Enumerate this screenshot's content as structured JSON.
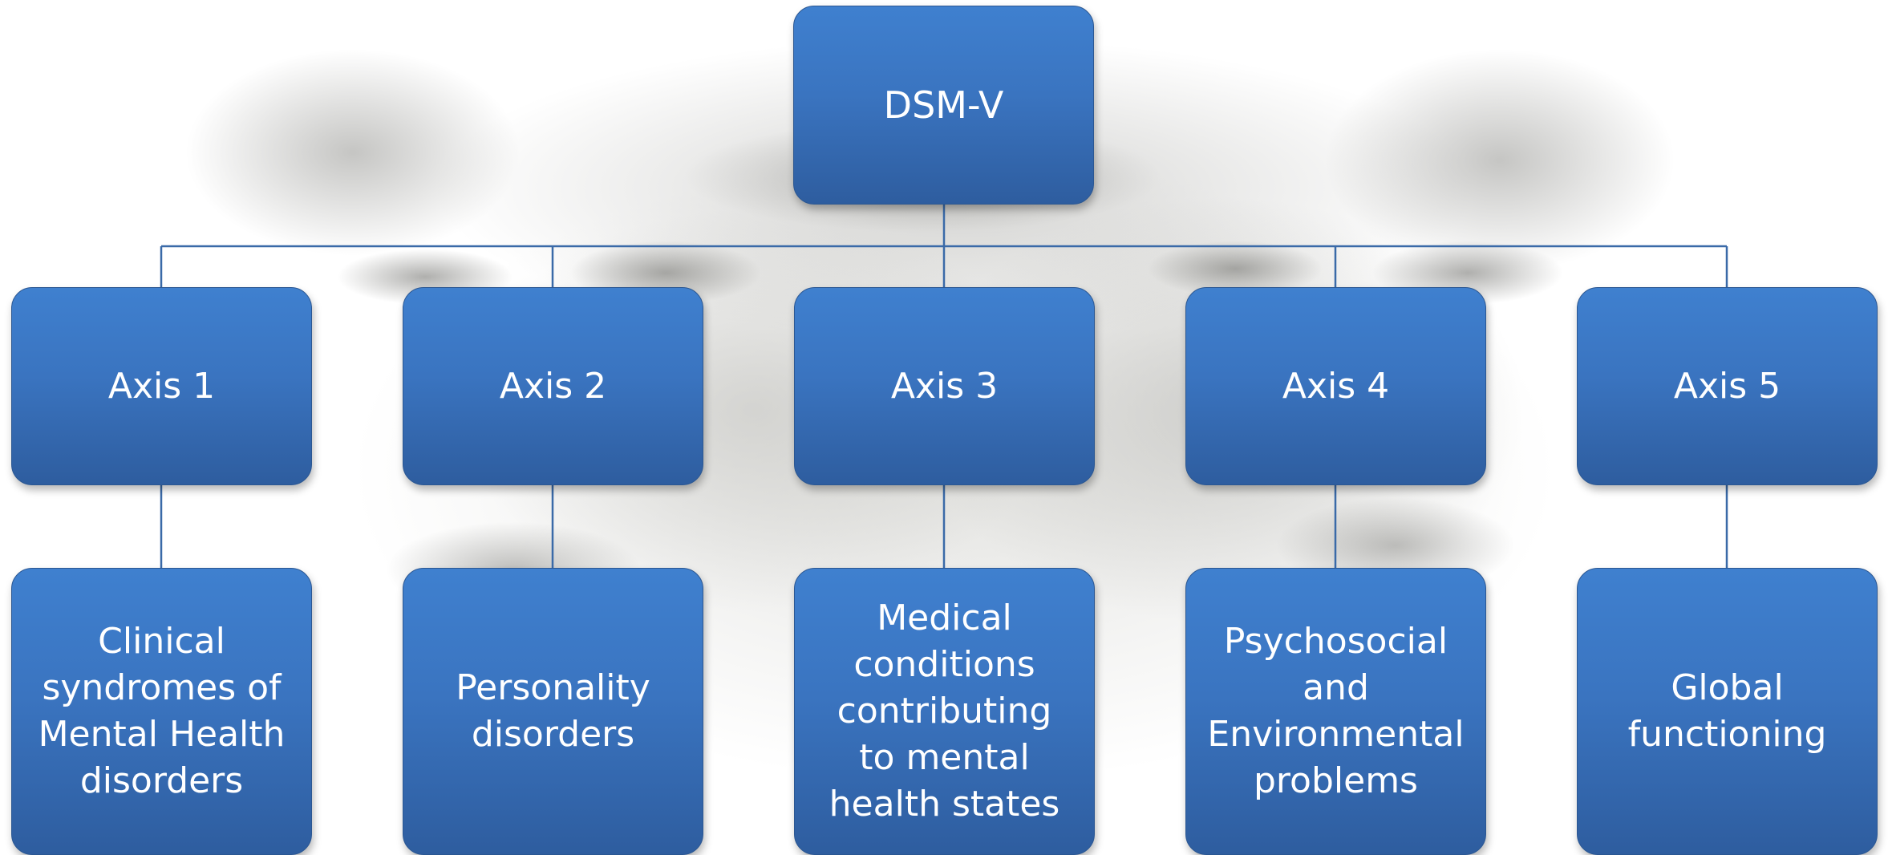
{
  "diagram": {
    "root": {
      "label": "DSM-V"
    },
    "axes": [
      {
        "label": "Axis 1",
        "description": "Clinical\nsyndromes of\nMental Health\ndisorders"
      },
      {
        "label": "Axis 2",
        "description": "Personality\ndisorders"
      },
      {
        "label": "Axis 3",
        "description": "Medical\nconditions\ncontributing\nto mental\nhealth states"
      },
      {
        "label": "Axis 4",
        "description": "Psychosocial\nand\nEnvironmental\nproblems"
      },
      {
        "label": "Axis 5",
        "description": "Global\nfunctioning"
      }
    ],
    "colors": {
      "box_top": "#3f80cf",
      "box_bottom": "#2e5d9f",
      "connector": "#3a6aa8",
      "text": "#ffffff"
    }
  }
}
